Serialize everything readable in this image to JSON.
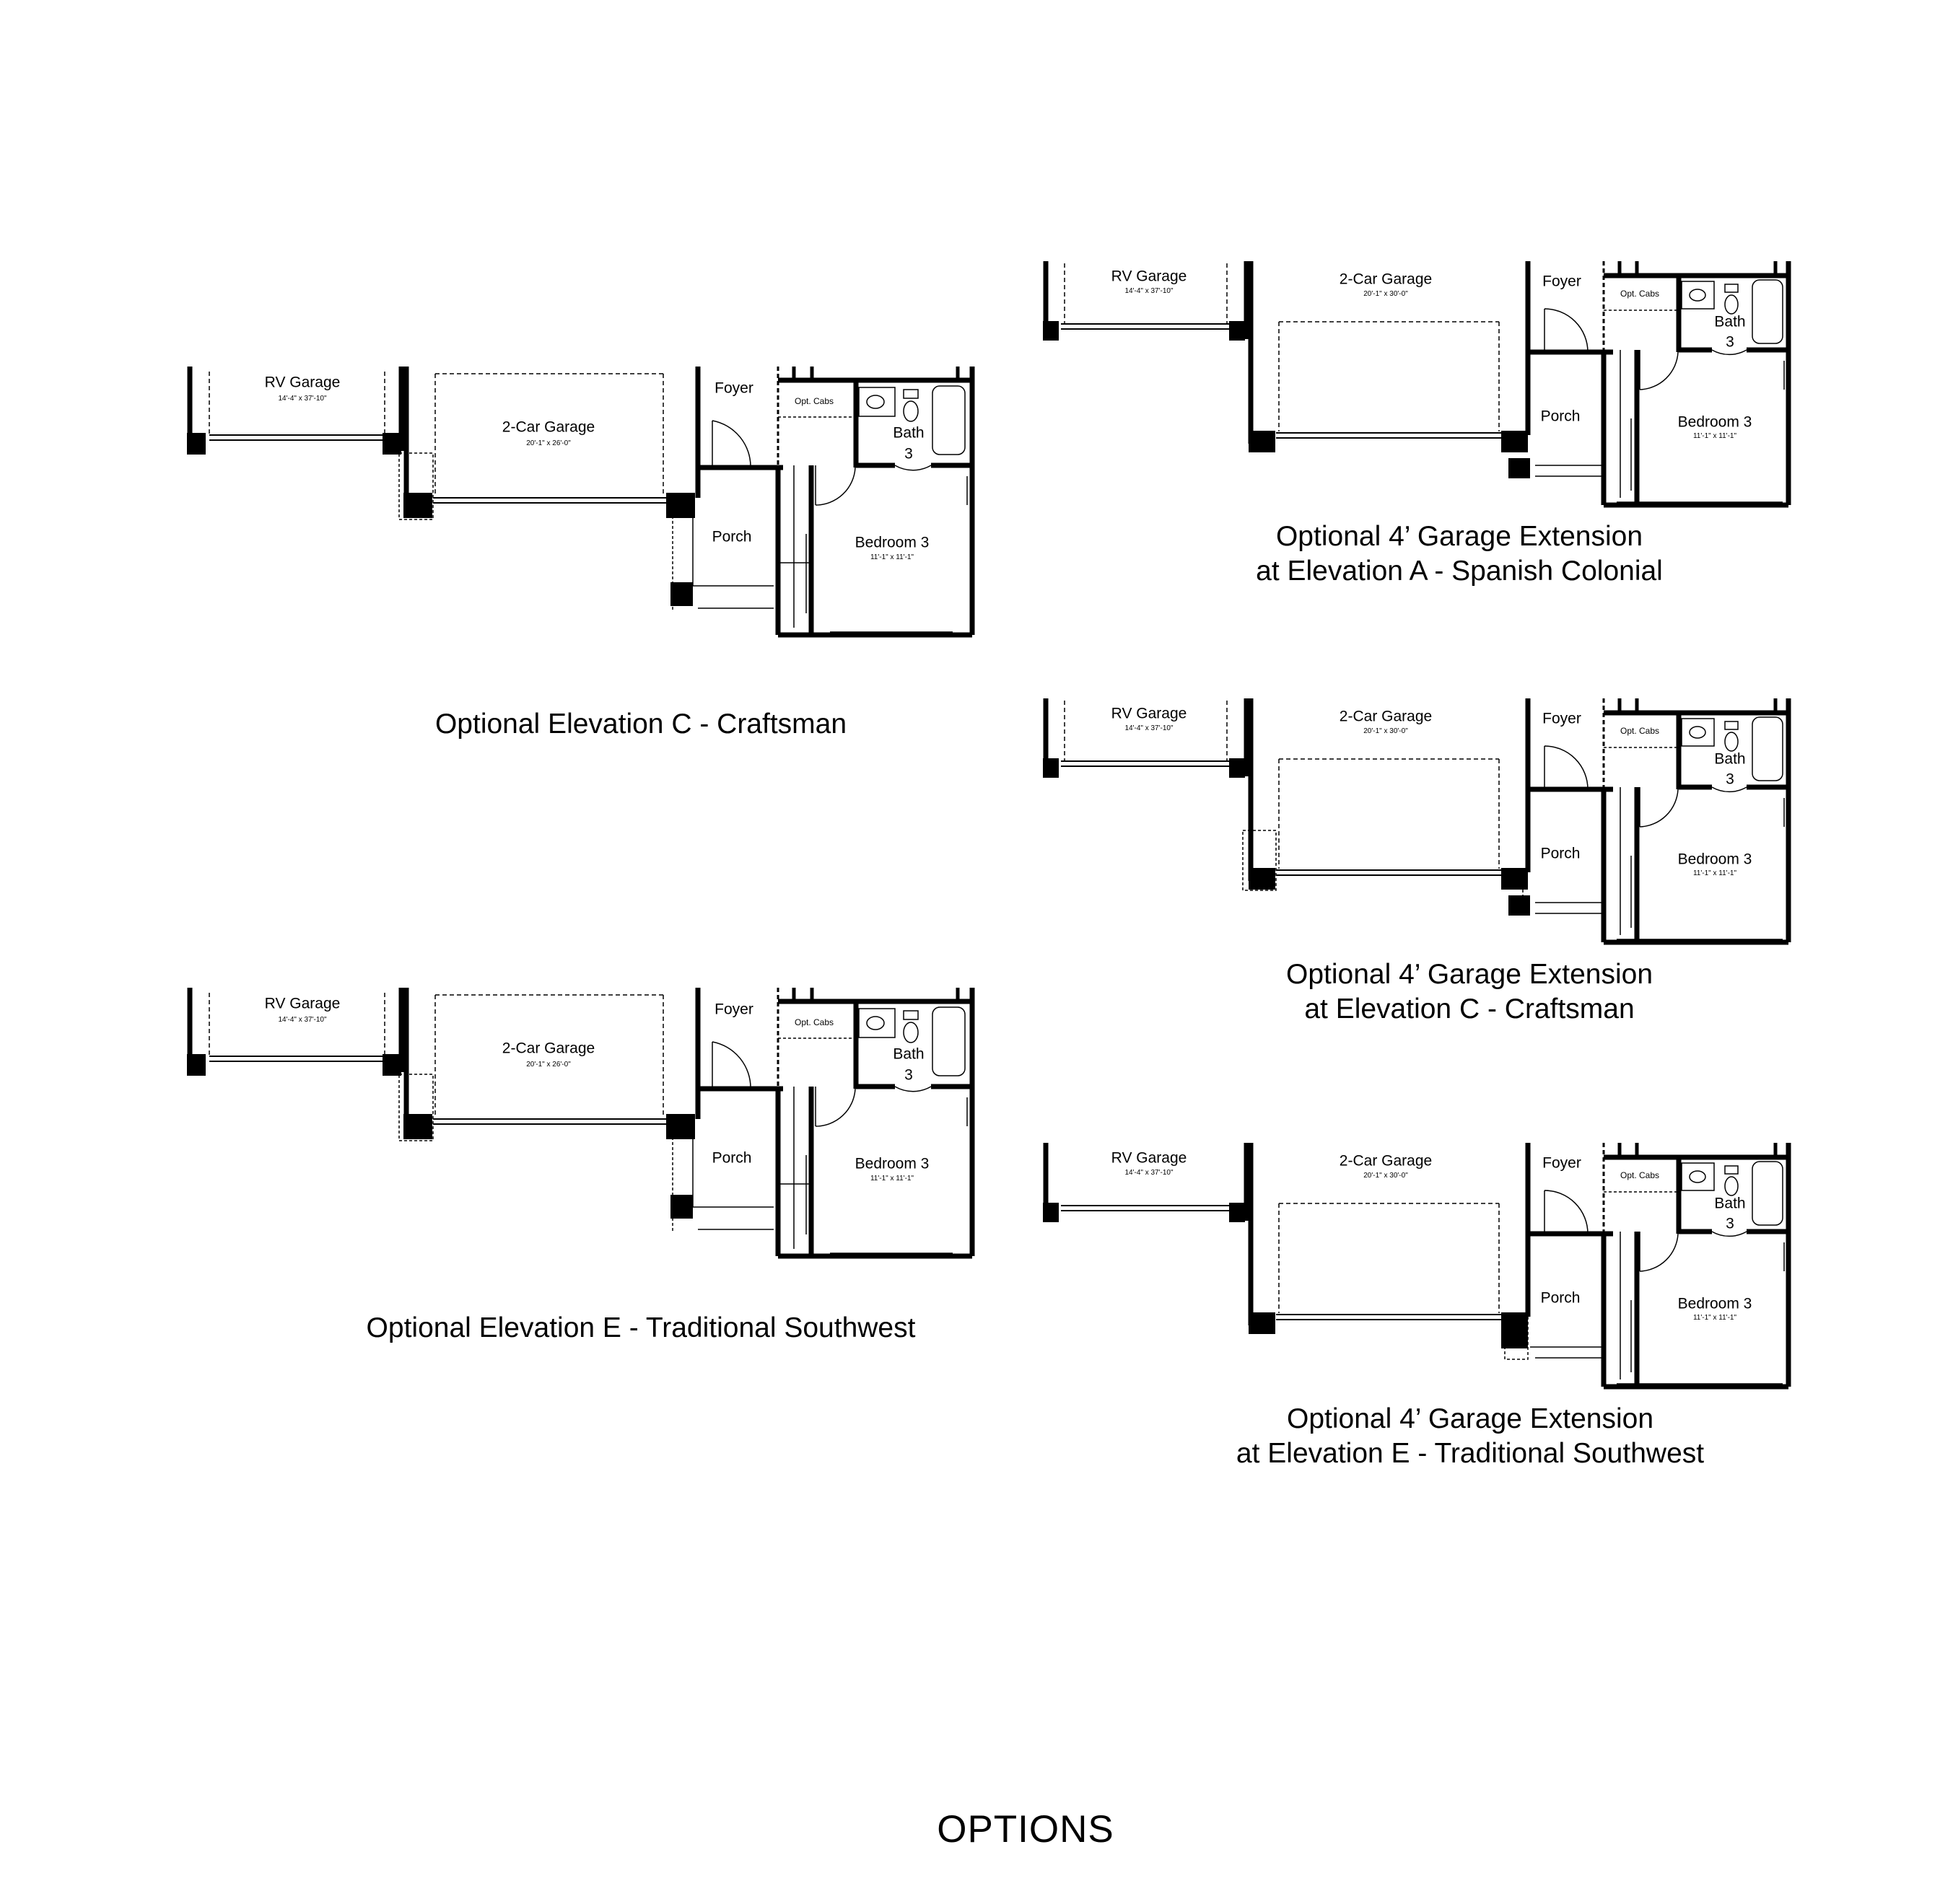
{
  "page_title": "OPTIONS",
  "plans": [
    {
      "caption": [
        "Optional Elevation C - Craftsman"
      ],
      "rooms": {
        "rv_garage": "RV Garage",
        "rv_dim": "14'-4\" x 37'-10\"",
        "car_garage": "2-Car Garage",
        "car_dim": "20'-1\" x 26'-0\"",
        "foyer": "Foyer",
        "opt_cabs": "Opt. Cabs",
        "bath": "Bath",
        "bath_num": "3",
        "porch": "Porch",
        "bedroom": "Bedroom 3",
        "bedroom_dim": "11'-1\" x 11'-1\""
      }
    },
    {
      "caption": [
        "Optional Elevation E - Traditional Southwest"
      ],
      "rooms": {
        "rv_garage": "RV Garage",
        "rv_dim": "14'-4\" x 37'-10\"",
        "car_garage": "2-Car Garage",
        "car_dim": "20'-1\" x 26'-0\"",
        "foyer": "Foyer",
        "opt_cabs": "Opt. Cabs",
        "bath": "Bath",
        "bath_num": "3",
        "porch": "Porch",
        "bedroom": "Bedroom 3",
        "bedroom_dim": "11'-1\" x 11'-1\""
      }
    },
    {
      "caption": [
        "Optional 4’ Garage Extension",
        "at Elevation A - Spanish Colonial"
      ],
      "rooms": {
        "rv_garage": "RV Garage",
        "rv_dim": "14'-4\" x 37'-10\"",
        "car_garage": "2-Car Garage",
        "car_dim": "20'-1\" x 30'-0\"",
        "foyer": "Foyer",
        "opt_cabs": "Opt. Cabs",
        "bath": "Bath",
        "bath_num": "3",
        "porch": "Porch",
        "bedroom": "Bedroom 3",
        "bedroom_dim": "11'-1\" x 11'-1\""
      }
    },
    {
      "caption": [
        "Optional 4’ Garage Extension",
        "at Elevation C - Craftsman"
      ],
      "rooms": {
        "rv_garage": "RV Garage",
        "rv_dim": "14'-4\" x 37'-10\"",
        "car_garage": "2-Car Garage",
        "car_dim": "20'-1\" x 30'-0\"",
        "foyer": "Foyer",
        "opt_cabs": "Opt. Cabs",
        "bath": "Bath",
        "bath_num": "3",
        "porch": "Porch",
        "bedroom": "Bedroom 3",
        "bedroom_dim": "11'-1\" x 11'-1\""
      }
    },
    {
      "caption": [
        "Optional 4’ Garage Extension",
        "at Elevation E - Traditional Southwest"
      ],
      "rooms": {
        "rv_garage": "RV Garage",
        "rv_dim": "14'-4\" x 37'-10\"",
        "car_garage": "2-Car Garage",
        "car_dim": "20'-1\" x 30'-0\"",
        "foyer": "Foyer",
        "opt_cabs": "Opt. Cabs",
        "bath": "Bath",
        "bath_num": "3",
        "porch": "Porch",
        "bedroom": "Bedroom 3",
        "bedroom_dim": "11'-1\" x 11'-1\""
      }
    }
  ]
}
